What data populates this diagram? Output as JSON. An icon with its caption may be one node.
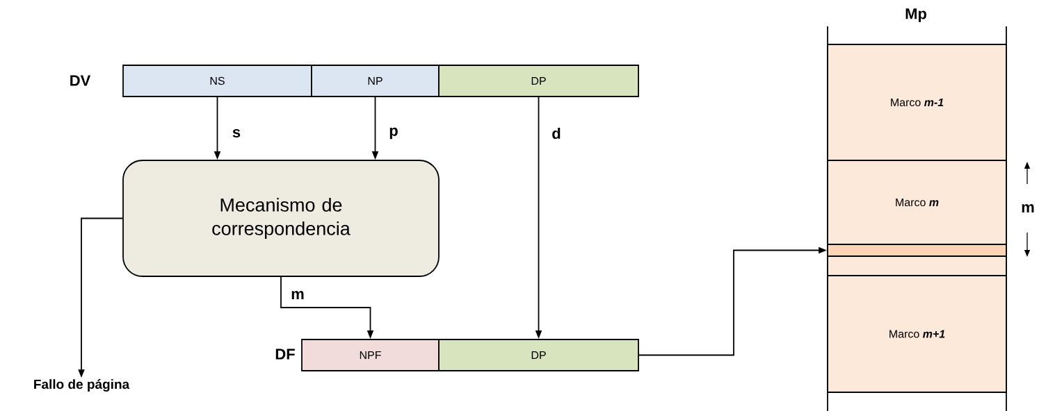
{
  "diagram": {
    "nodes": [
      {
        "text": [
          "NS"
        ],
        "beside": [
          "DV"
        ]
      },
      {
        "text": [
          "NP"
        ]
      },
      {
        "text": [
          "DP"
        ]
      },
      {
        "text": [
          "Mecanismo de correspondencia"
        ]
      },
      {
        "text": [
          "NPF"
        ],
        "beside": [
          "DF"
        ]
      },
      {
        "text": [
          "DP"
        ]
      },
      {
        "text": [
          "Fallo de página"
        ]
      },
      {
        "text": [
          "Marco **m-1**"
        ]
      },
      {
        "text": [
          "Marco **m**"
        ]
      },
      {
        "text": [],
        "shape": "bar"
      },
      {
        "text": [],
        "shape": "bar"
      },
      {
        "text": [
          "Marco **m+1**"
        ]
      }
    ],
    "edges": [
      {
        "from": 0,
        "to": 3,
        "arrow": "to",
        "label": "s"
      },
      {
        "from": 1,
        "to": 3,
        "arrow": "to",
        "label": "p"
      },
      {
        "from": 2,
        "to": 5,
        "arrow": "to",
        "label": "d"
      },
      {
        "from": 3,
        "to": 4,
        "arrow": "to",
        "label": "m"
      },
      {
        "from": 3,
        "to": 6,
        "arrow": "to"
      },
      {
        "from": 5,
        "to": 9,
        "arrow": "to"
      }
    ],
    "labels": [
      "Mp",
      "m"
    ]
  }
}
